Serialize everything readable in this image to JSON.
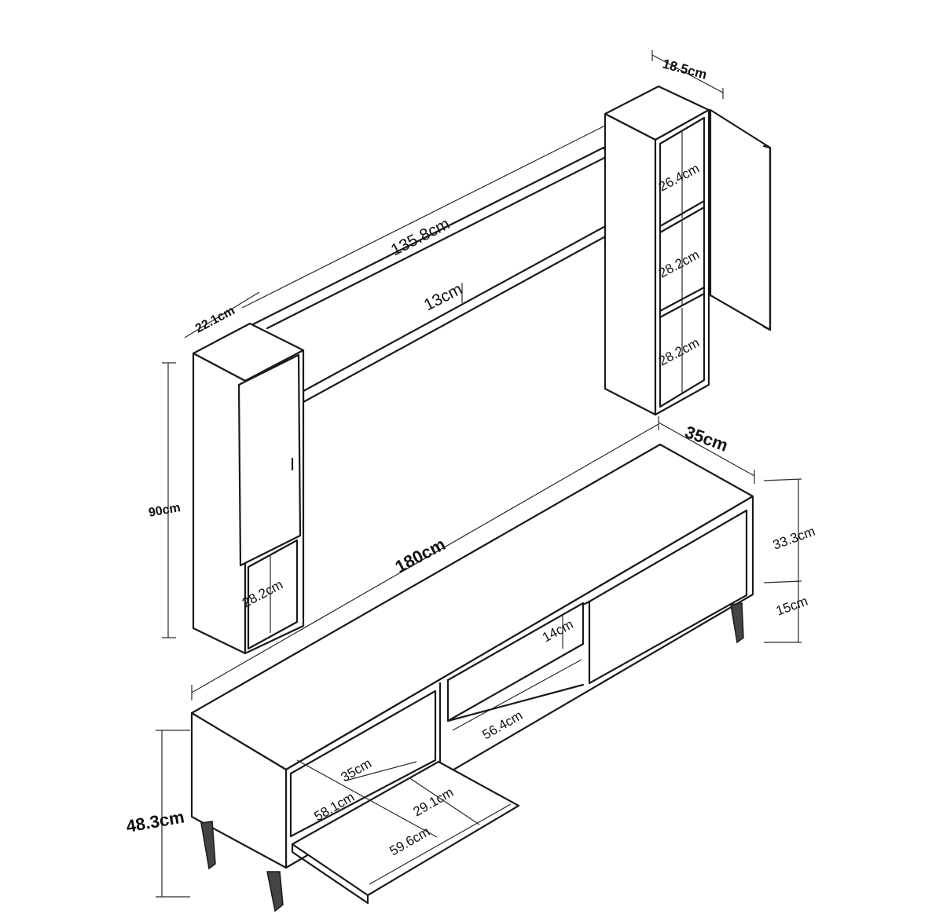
{
  "labels": {
    "d_18_5": "18.5cm",
    "d_26_4": "26.4cm",
    "d_28_2_a": "28.2cm",
    "d_28_2_b": "28.2cm",
    "d_135_8": "135.8cm",
    "d_13": "13cm",
    "d_22_1": "22.1cm",
    "d_90": "90cm",
    "d_28_2_c": "28.2cm",
    "d_35_top": "35cm",
    "d_180": "180cm",
    "d_33_3": "33.3cm",
    "d_15": "15cm",
    "d_14": "14cm",
    "d_56_4": "56.4cm",
    "d_35_in": "35cm",
    "d_58_1": "58.1cm",
    "d_29_1": "29.1cm",
    "d_59_6": "59.6cm",
    "d_48_3": "48.3cm"
  }
}
